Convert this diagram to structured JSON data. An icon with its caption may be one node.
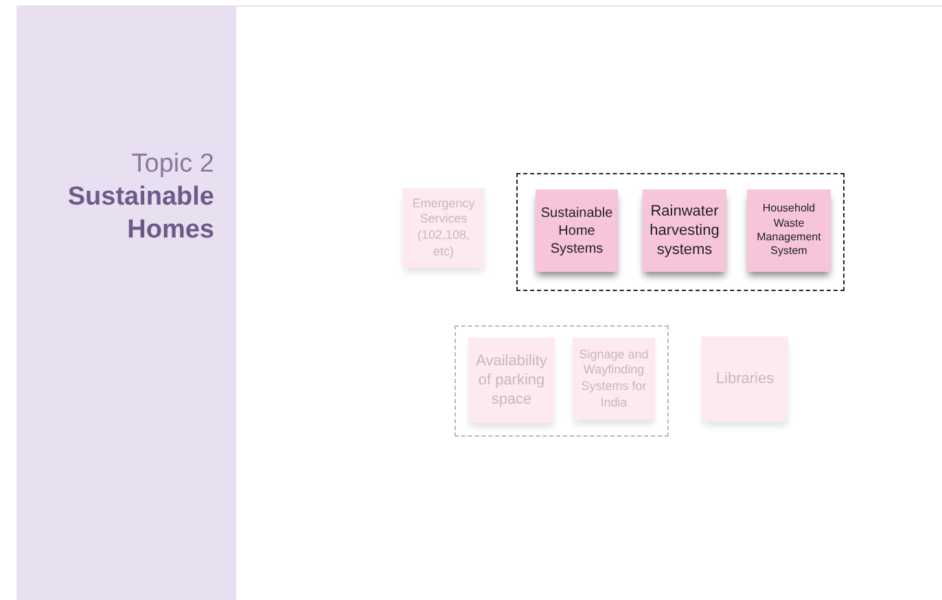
{
  "diagram": {
    "nodes": [
      {
        "text": [
          "Topic 2",
          "Sustainable Homes"
        ]
      },
      {
        "text": [
          "Emergency Services (102,108, etc)"
        ]
      },
      {
        "text": [],
        "shape": "box"
      },
      {
        "text": [
          "Sustainable Home Systems"
        ],
        "in": 2
      },
      {
        "text": [
          "Rainwater harvesting systems"
        ],
        "in": 2
      },
      {
        "text": [
          "Household Waste Management System"
        ],
        "in": 2
      },
      {
        "text": [],
        "shape": "box"
      },
      {
        "text": [
          "Availability of parking space"
        ],
        "in": 6
      },
      {
        "text": [
          "Signage and Wayfinding Systems for India"
        ],
        "in": 6
      },
      {
        "text": [
          "Libraries"
        ]
      }
    ]
  }
}
